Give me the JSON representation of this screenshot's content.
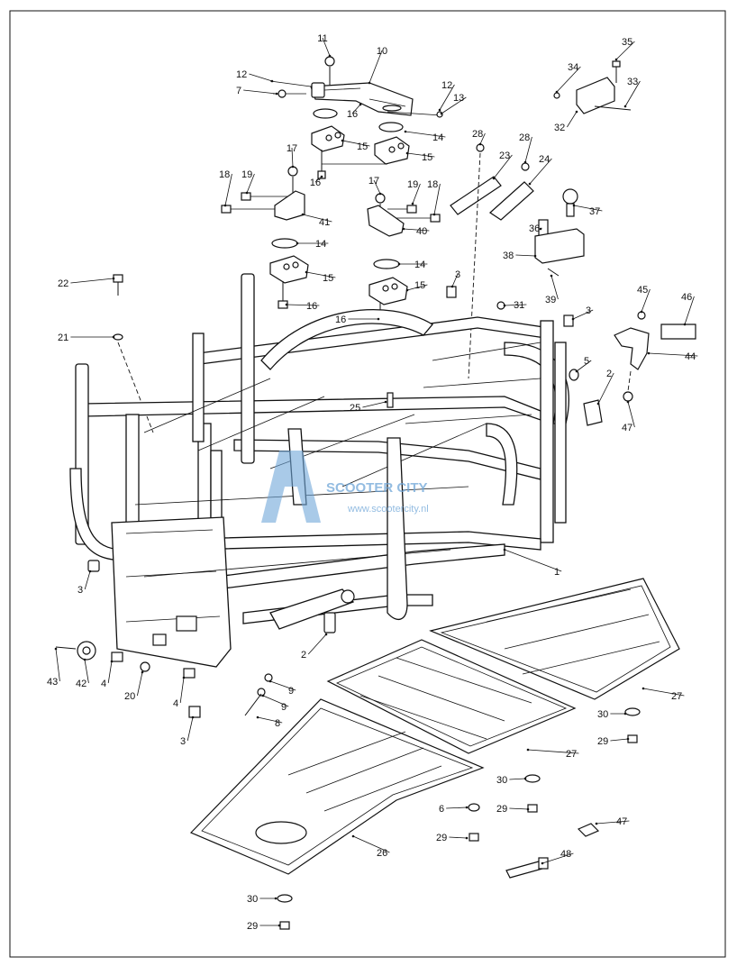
{
  "diagram": {
    "watermark": {
      "logo_text": "SCOOTER CITY",
      "url_text": "www.scootercity.nl"
    },
    "callouts": [
      "11",
      "10",
      "12",
      "12",
      "13",
      "7",
      "16",
      "14",
      "15",
      "15",
      "16",
      "17",
      "18",
      "19",
      "41",
      "14",
      "15",
      "16",
      "16",
      "22",
      "21",
      "17",
      "19",
      "18",
      "40",
      "14",
      "15",
      "28",
      "23",
      "28",
      "24",
      "34",
      "35",
      "33",
      "32",
      "36",
      "37",
      "38",
      "39",
      "3",
      "31",
      "3",
      "45",
      "46",
      "44",
      "5",
      "2",
      "47",
      "25",
      "1",
      "3",
      "43",
      "42",
      "4",
      "20",
      "4",
      "3",
      "2",
      "9",
      "9",
      "8",
      "27",
      "30",
      "29",
      "27",
      "30",
      "29",
      "6",
      "29",
      "26",
      "47",
      "48",
      "30",
      "29"
    ]
  }
}
